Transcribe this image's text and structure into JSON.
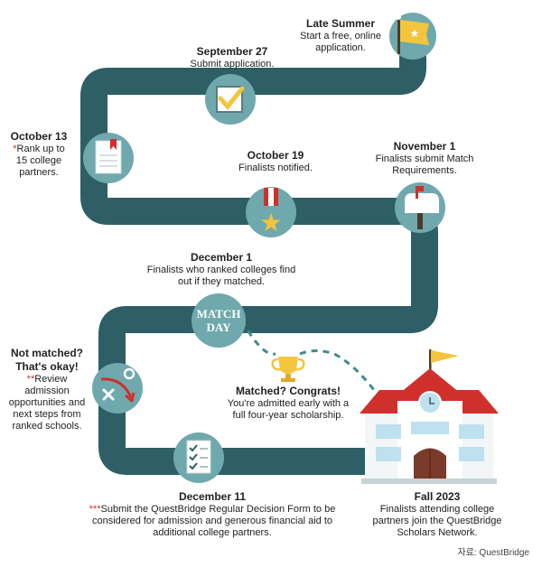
{
  "steps": [
    {
      "date": "Late Summer",
      "text": "Start a free, online application."
    },
    {
      "date": "September 27",
      "text": "Submit application."
    },
    {
      "date": "October 13",
      "mark": "*",
      "text": "Rank up to 15 college partners."
    },
    {
      "date": "October 19",
      "text": "Finalists notified."
    },
    {
      "date": "November 1",
      "text": "Finalists submit Match Requirements."
    },
    {
      "date": "December 1",
      "text": "Finalists who ranked colleges find out if they matched."
    },
    {
      "date": "December 11",
      "mark": "***",
      "text": "Submit the QuestBridge Regular Decision Form to be considered for admission and generous financial aid to additional college partners."
    },
    {
      "date": "Fall 2023",
      "text": "Finalists attending college partners join the QuestBridge Scholars Network."
    }
  ],
  "match_day": {
    "line1": "MATCH",
    "line2": "DAY"
  },
  "not_matched": {
    "title1": "Not matched?",
    "title2": "That's okay!",
    "mark": "**",
    "text": "Review admission opportunities and next steps from ranked schools."
  },
  "matched": {
    "title": "Matched? Congrats!",
    "text": "You're admitted early with a full four-year scholarship."
  },
  "source": "자료: QuestBridge",
  "colors": {
    "path": "#2e5f66",
    "circle": "#6fa9ad",
    "accent_red": "#d0302b",
    "yellow": "#f3c53d",
    "sky": "#bfe0ef",
    "dash": "#3d8c8f"
  },
  "icons": [
    "flag-icon",
    "checkbox-icon",
    "document-icon",
    "medal-icon",
    "mailbox-icon",
    "match-day-icon",
    "tic-tac-toe-icon",
    "trophy-icon",
    "checklist-icon",
    "school-icon"
  ]
}
